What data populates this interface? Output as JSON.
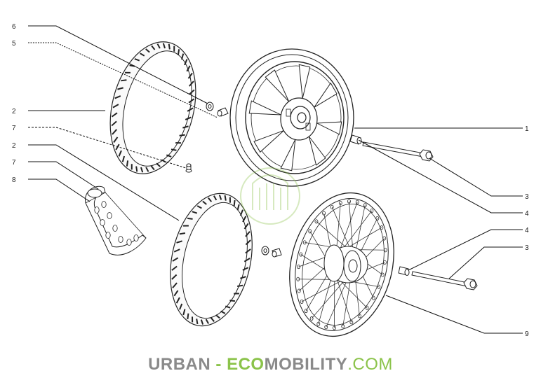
{
  "callouts": {
    "left": [
      "6",
      "5",
      "2",
      "7",
      "2",
      "7",
      "8"
    ],
    "right": [
      "1",
      "3",
      "4",
      "4",
      "3",
      "9"
    ]
  },
  "watermark": {
    "part1": "URBAN",
    "dash": "-",
    "part2": "ECO",
    "part3": "MOBILITY",
    "part4": ".COM"
  },
  "colors": {
    "lines": "#111111",
    "watermark_gray": "#8a8a8a",
    "watermark_green": "#8bc34a"
  }
}
